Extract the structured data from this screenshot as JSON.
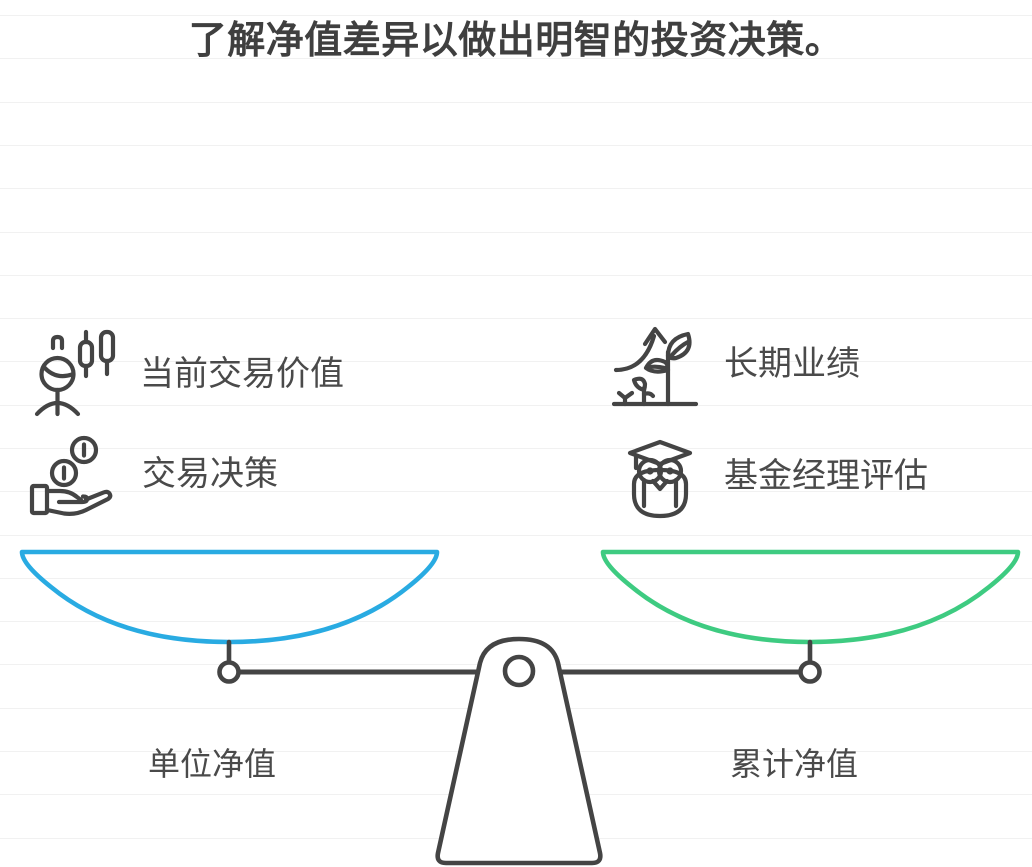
{
  "page": {
    "title": "了解净值差异以做出明智的投资决策。",
    "background_color": "#ffffff",
    "gridline_color": "#f1f1f1",
    "text_color": "#4a4a4a",
    "title_color": "#3f3f3f"
  },
  "features": {
    "left": [
      {
        "icon": "trader-candlestick-icon",
        "label": "当前交易价值"
      },
      {
        "icon": "hand-coins-icon",
        "label": "交易决策"
      }
    ],
    "right": [
      {
        "icon": "growth-plant-arrow-icon",
        "label": "长期业绩"
      },
      {
        "icon": "graduate-owl-icon",
        "label": "基金经理评估"
      }
    ]
  },
  "scale": {
    "left_pan": {
      "caption": "单位净值",
      "color": "#29abe2"
    },
    "right_pan": {
      "caption": "累计净值",
      "color": "#3ecb81"
    },
    "beam_color": "#444444",
    "fulcrum_color": "#444444"
  }
}
